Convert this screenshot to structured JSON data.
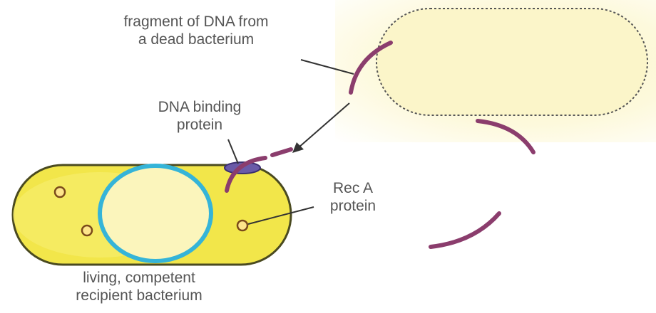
{
  "labels": {
    "fragment": [
      "fragment of DNA from",
      "a dead bacterium"
    ],
    "binding_protein": [
      "DNA binding",
      "protein"
    ],
    "reca": [
      "Rec A",
      "protein"
    ],
    "recipient": [
      "living, competent",
      "recipient bacterium"
    ]
  },
  "colors": {
    "cell_fill": "#f2e64a",
    "cell_outline": "#4a4a20",
    "plasmid": "#35b4d8",
    "dna_fragment": "#8b3d6d",
    "binding_protein": "#6a5aa8",
    "dead_cell_fill": "#fbf5c9",
    "leader_line": "#333333"
  }
}
